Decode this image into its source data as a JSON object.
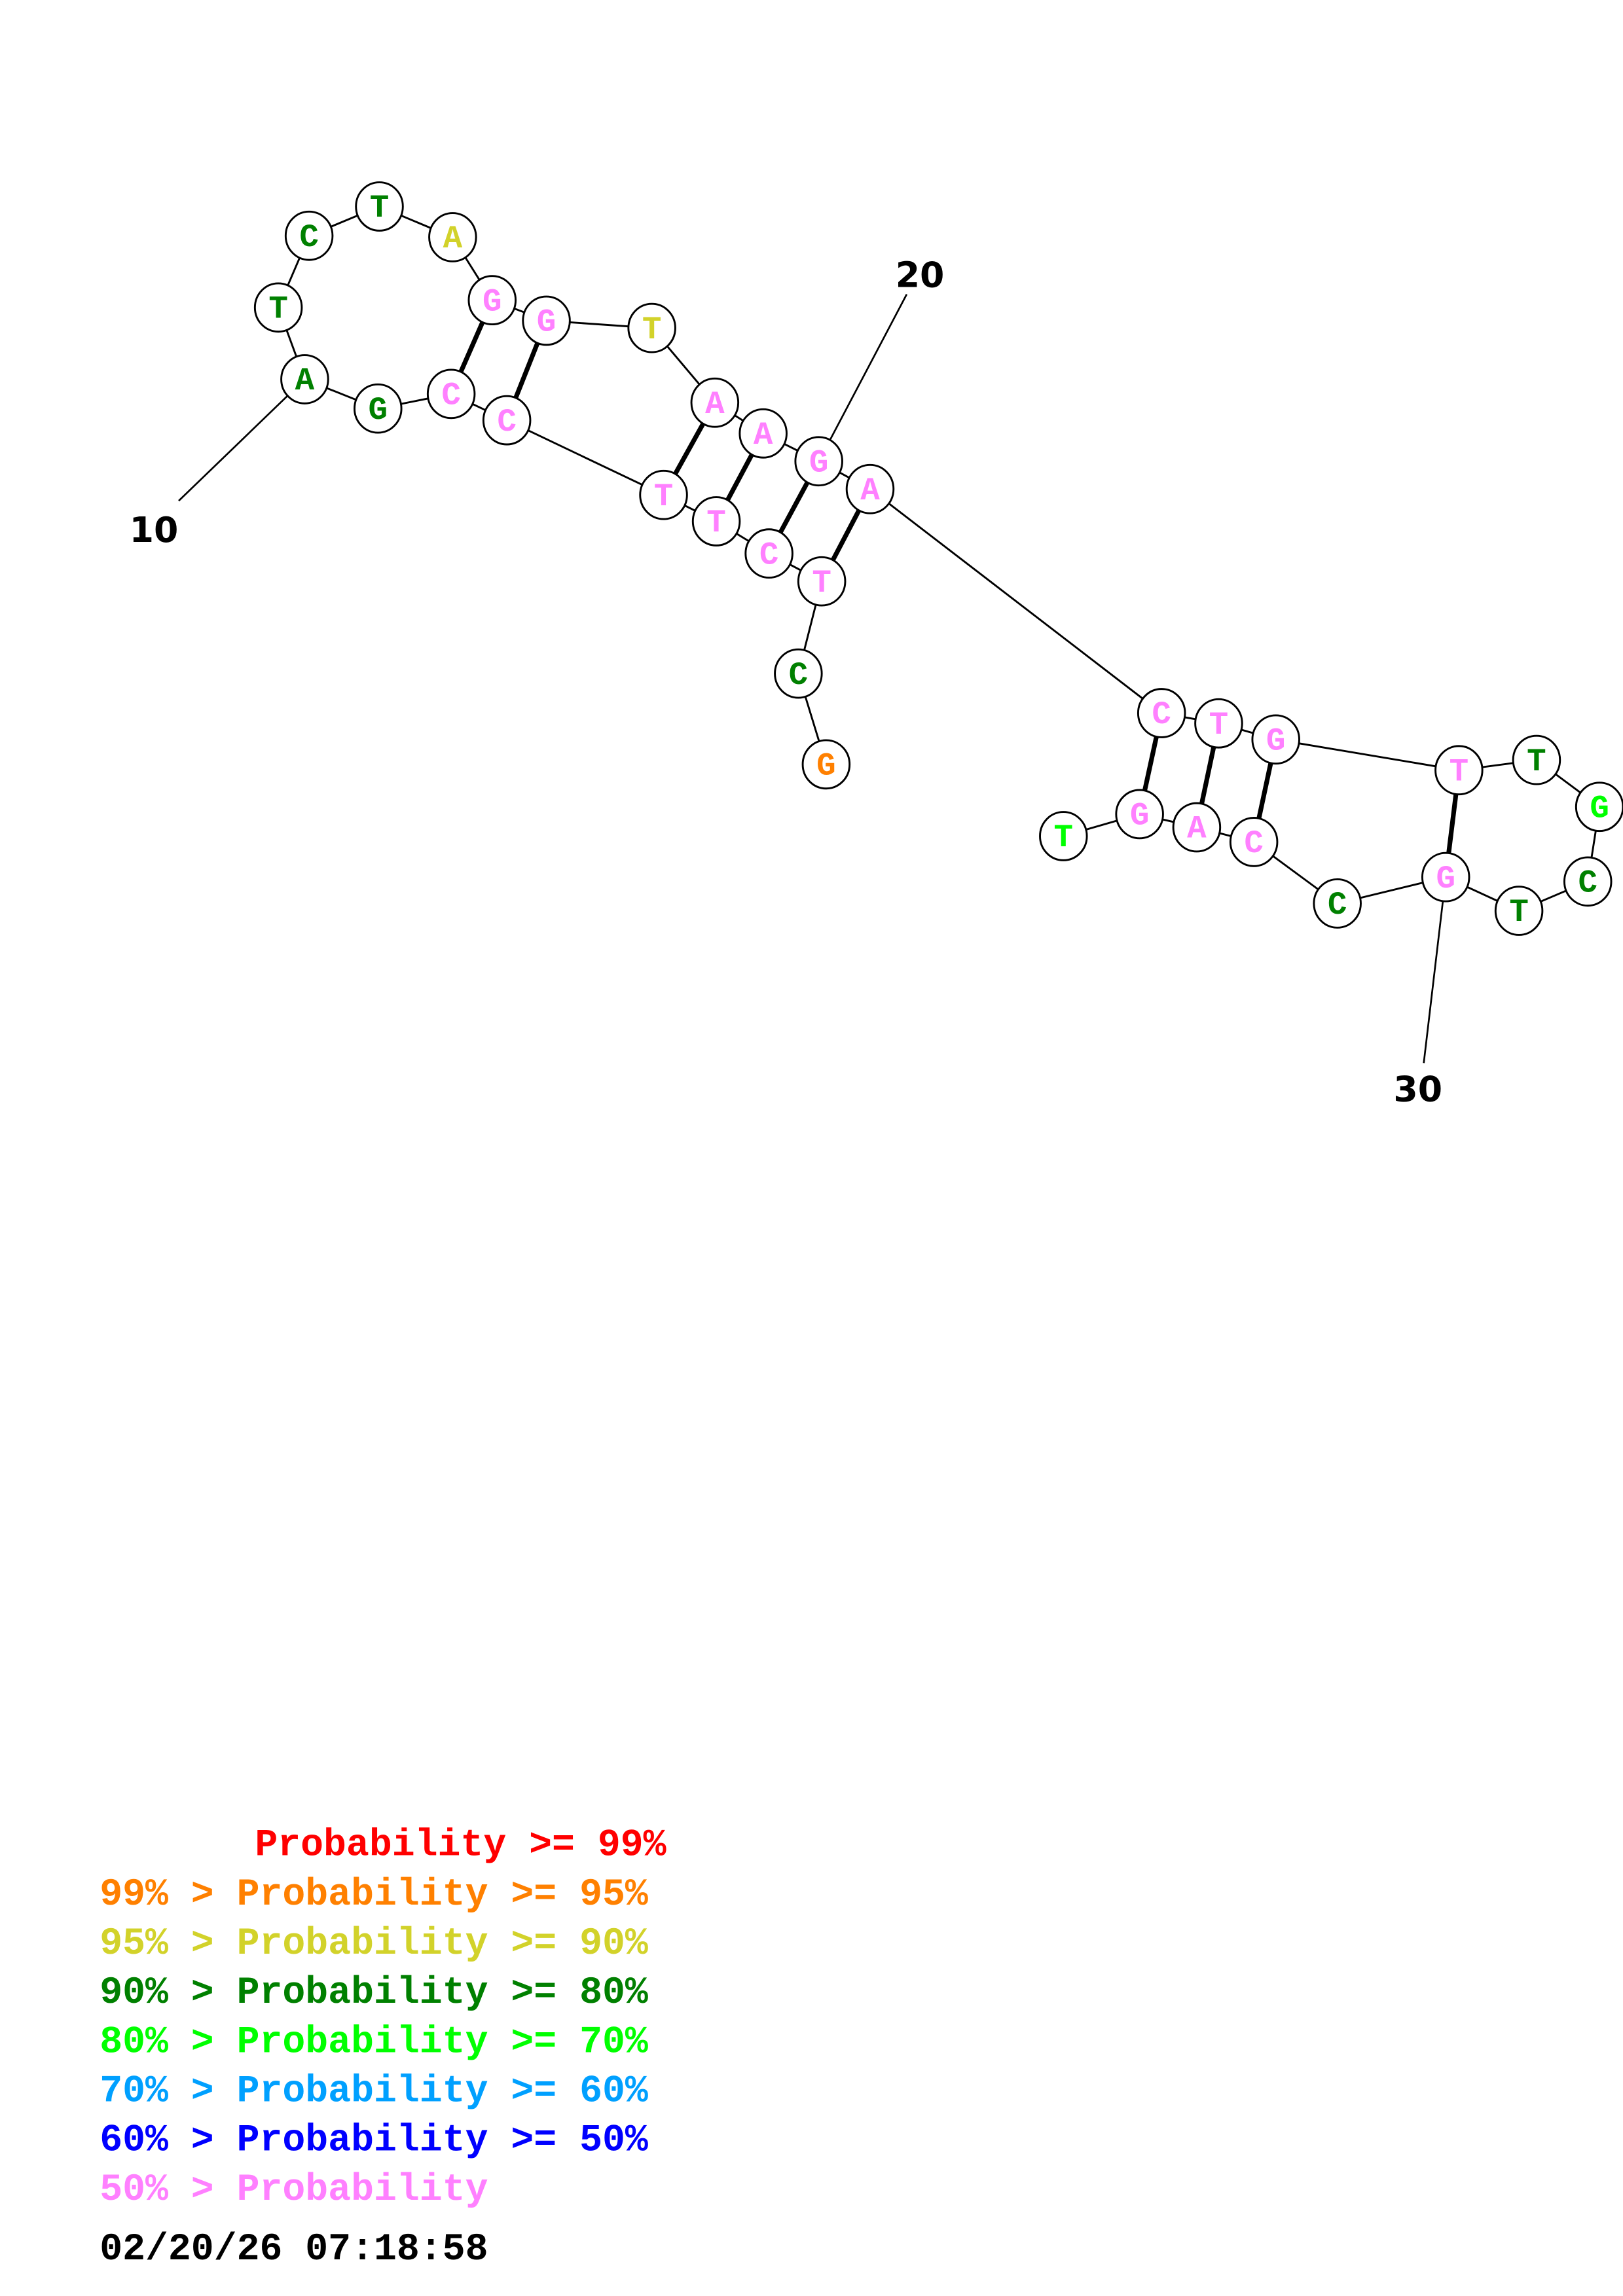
{
  "structure": {
    "sequence": [
      "G",
      "C",
      "T",
      "C",
      "T",
      "T",
      "C",
      "C",
      "G",
      "A",
      "T",
      "C",
      "T",
      "A",
      "G",
      "G",
      "T",
      "A",
      "A",
      "G",
      "A",
      "C",
      "T",
      "G",
      "T",
      "T",
      "G",
      "C",
      "T",
      "G",
      "C",
      "C",
      "A",
      "G",
      "T"
    ],
    "probability_class": [
      "orange",
      "green",
      "pink",
      "pink",
      "pink",
      "pink",
      "pink",
      "pink",
      "green",
      "green",
      "green",
      "green",
      "green",
      "yellow",
      "pink",
      "pink",
      "yellow",
      "pink",
      "pink",
      "pink",
      "pink",
      "pink",
      "pink",
      "pink",
      "pink",
      "green",
      "lime",
      "green",
      "green",
      "pink",
      "green",
      "pink",
      "pink",
      "pink",
      "lime"
    ],
    "pairs": [
      [
        15,
        8
      ],
      [
        16,
        7
      ],
      [
        18,
        6
      ],
      [
        19,
        5
      ],
      [
        20,
        4
      ],
      [
        21,
        3
      ],
      [
        22,
        34
      ],
      [
        23,
        33
      ],
      [
        24,
        32
      ],
      [
        25,
        30
      ]
    ],
    "position_labels": [
      {
        "index": 10,
        "text": "10"
      },
      {
        "index": 20,
        "text": "20"
      },
      {
        "index": 30,
        "text": "30"
      }
    ]
  },
  "colors": {
    "red": "#ff0000",
    "orange": "#ff8000",
    "yellow": "#d2d22a",
    "green": "#008000",
    "lime": "#00ff00",
    "sky": "#00a0ff",
    "blue": "#0000ff",
    "pink": "#ff80ff"
  },
  "legend": [
    {
      "prefix": "    ",
      "text": "    Probability >= 99%",
      "color": "red",
      "full": "    Probability >= 99%"
    },
    {
      "text": "99% > Probability >= 95%",
      "color": "orange"
    },
    {
      "text": "95% > Probability >= 90%",
      "color": "yellow"
    },
    {
      "text": "90% > Probability >= 80%",
      "color": "green"
    },
    {
      "text": "80% > Probability >= 70%",
      "color": "lime"
    },
    {
      "text": "70% > Probability >= 60%",
      "color": "sky"
    },
    {
      "text": "60% > Probability >= 50%",
      "color": "blue"
    },
    {
      "text": "50% > Probability",
      "color": "pink"
    }
  ],
  "timestamp": "02/20/26 07:18:58"
}
